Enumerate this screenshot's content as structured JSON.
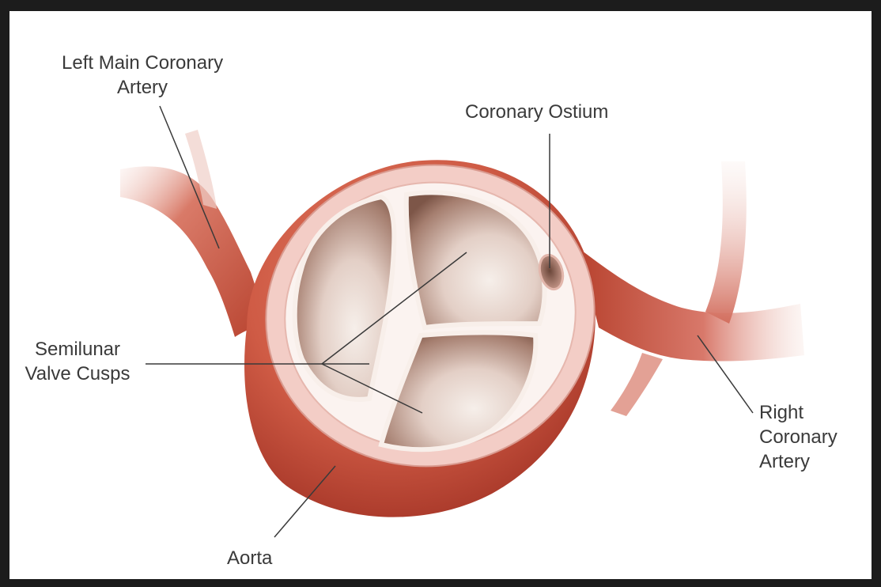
{
  "labels": {
    "left_main_coronary_artery": [
      "Left Main Coronary",
      "Artery"
    ],
    "coronary_ostium": "Coronary Ostium",
    "semilunar_valve_cusps": [
      "Semilunar",
      "Valve Cusps"
    ],
    "right_coronary_artery": [
      "Right",
      "Coronary",
      "Artery"
    ],
    "aorta": "Aorta"
  },
  "colors": {
    "frame": "#1c1c1c",
    "background": "#ffffff",
    "aorta_wall": "#c9563f",
    "aorta_wall_dark": "#a8382a",
    "intima": "#f2c9c2",
    "cusp_dark": "#8a6152",
    "cusp_light": "#f5ece6",
    "leader_line": "#3a3a3a"
  }
}
